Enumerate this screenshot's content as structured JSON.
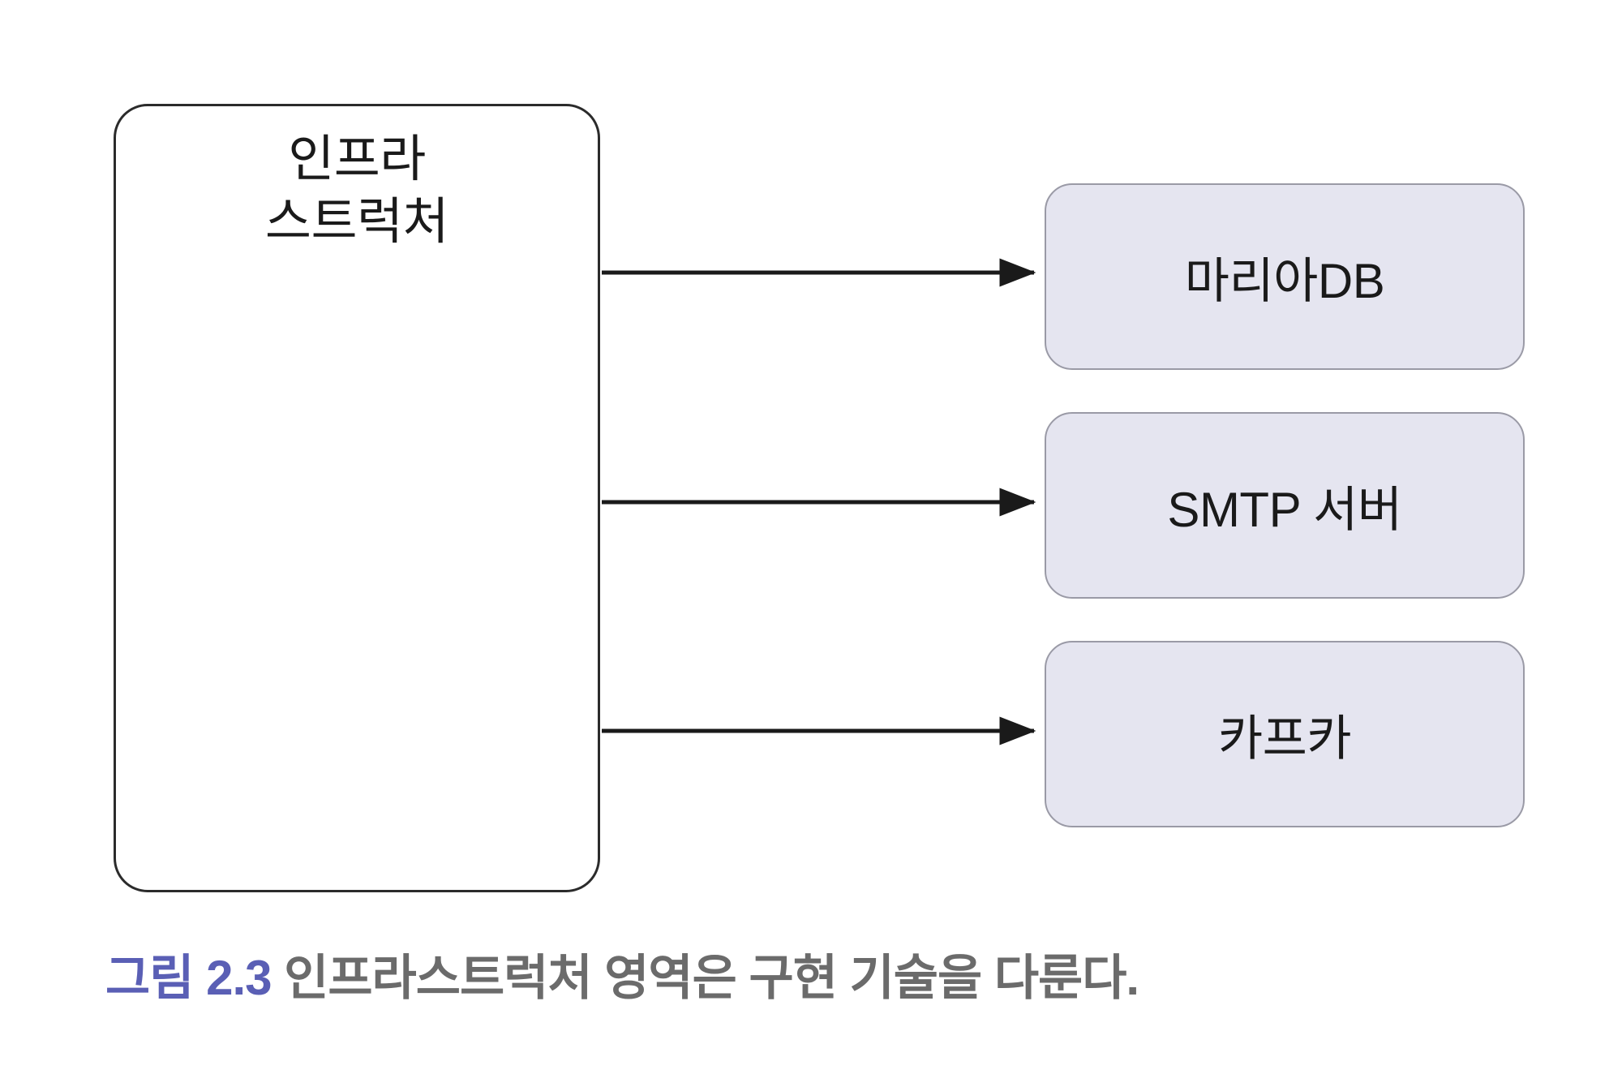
{
  "figure": {
    "caption_number": "그림 2.3",
    "caption_text": " 인프라스트럭처 영역은 구현 기술을 다룬다.",
    "caption_number_color": "#5a5fb5",
    "caption_text_color": "#6b6b6b"
  },
  "diagram": {
    "type": "block-diagram",
    "container": {
      "label": "인프라\n스트럭처",
      "fill": "#ffffff",
      "border": "#2b2b2b"
    },
    "components": [
      {
        "label": "마리아DB",
        "fill": "#e5e5f0",
        "border": "#9a9aa6"
      },
      {
        "label": "SMTP 서버",
        "fill": "#e5e5f0",
        "border": "#9a9aa6"
      },
      {
        "label": "카프카",
        "fill": "#e5e5f0",
        "border": "#9a9aa6"
      }
    ],
    "arrows": [
      {
        "from": "인프라스트럭처",
        "to": "마리아DB"
      },
      {
        "from": "인프라스트럭처",
        "to": "SMTP 서버"
      },
      {
        "from": "인프라스트럭처",
        "to": "카프카"
      }
    ],
    "arrow_color": "#1a1a1a"
  }
}
